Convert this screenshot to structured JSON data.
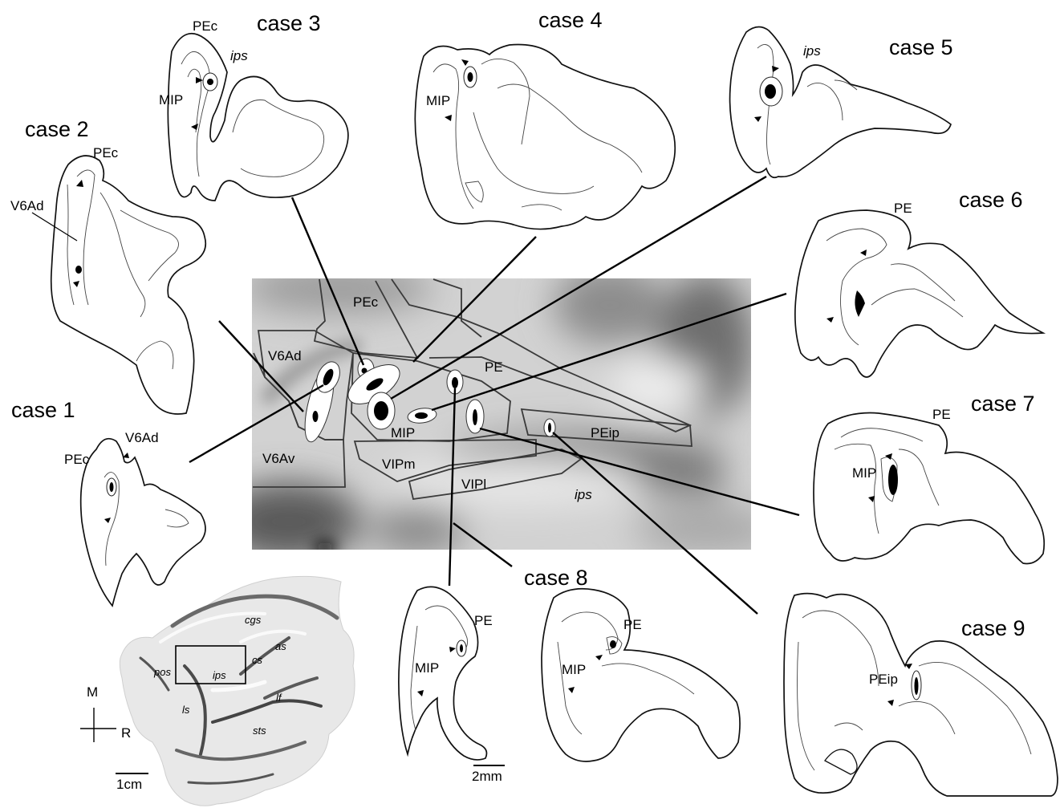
{
  "cases": [
    {
      "id": "case1",
      "title": "case 1",
      "labels": [
        "PEc",
        "V6Ad"
      ]
    },
    {
      "id": "case2",
      "title": "case 2",
      "labels": [
        "PEc",
        "V6Ad"
      ]
    },
    {
      "id": "case3",
      "title": "case 3",
      "labels": [
        "PEc",
        "ips",
        "MIP"
      ]
    },
    {
      "id": "case4",
      "title": "case 4",
      "labels": [
        "MIP"
      ]
    },
    {
      "id": "case5",
      "title": "case 5",
      "labels": [
        "ips"
      ]
    },
    {
      "id": "case6",
      "title": "case 6",
      "labels": [
        "PE"
      ]
    },
    {
      "id": "case7",
      "title": "case 7",
      "labels": [
        "PE",
        "MIP"
      ]
    },
    {
      "id": "case8",
      "title": "case 8",
      "labels": [
        "PE",
        "MIP",
        "PE",
        "MIP"
      ]
    },
    {
      "id": "case9",
      "title": "case 9",
      "labels": [
        "PEip"
      ]
    }
  ],
  "flatmap_areas": [
    "PEc",
    "V6Ad",
    "V6Av",
    "PE",
    "MIP",
    "PEip",
    "VIPm",
    "VIPl",
    "ips"
  ],
  "brain_sulci": [
    "cgs",
    "as",
    "cs",
    "pos",
    "ips",
    "lf",
    "ls",
    "sts"
  ],
  "orientation": {
    "medial": "M",
    "rostral": "R"
  },
  "scale_bars": {
    "flatmap": "1cm",
    "sections": "2mm"
  }
}
